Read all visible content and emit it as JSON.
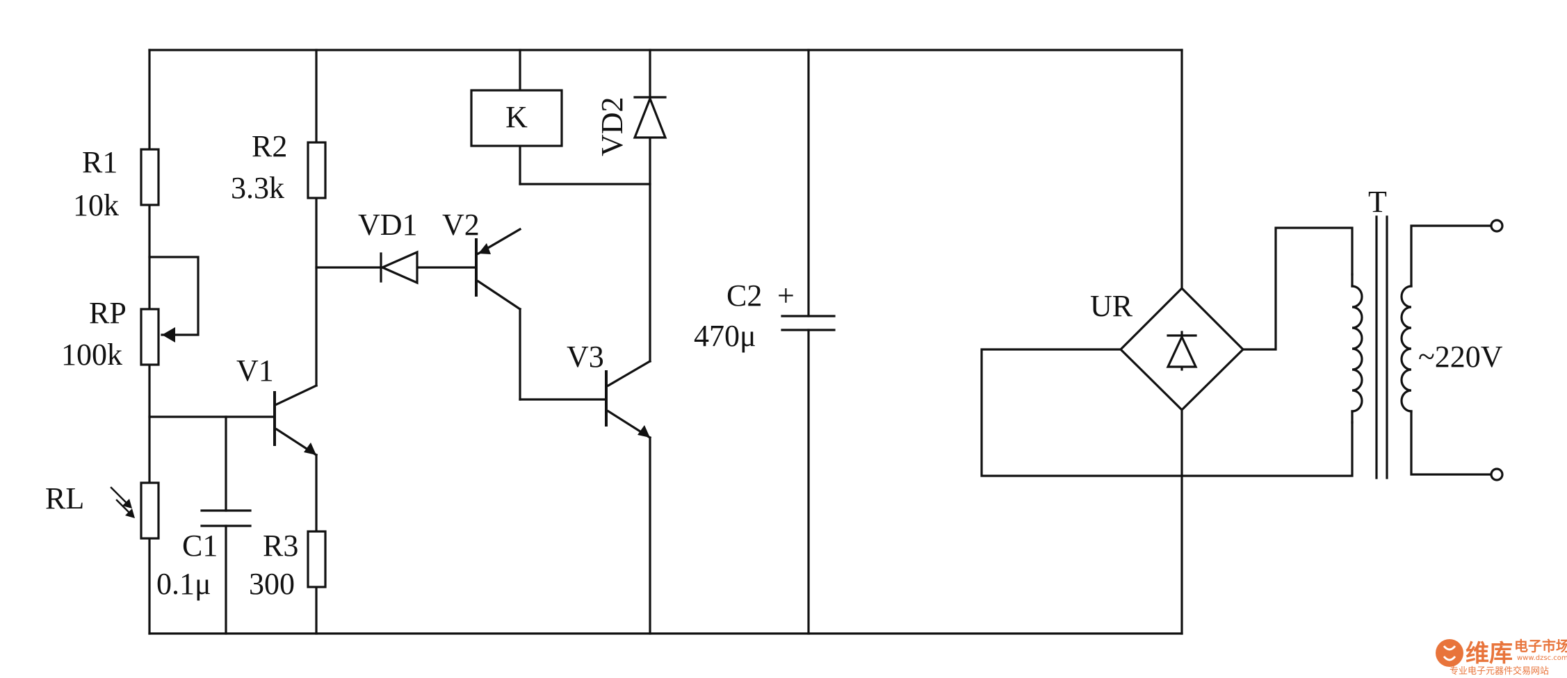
{
  "components": {
    "r1": {
      "name": "R1",
      "value": "10k"
    },
    "rp": {
      "name": "RP",
      "value": "100k"
    },
    "rl": {
      "name": "RL"
    },
    "c1": {
      "name": "C1",
      "value": "0.1μ"
    },
    "r2": {
      "name": "R2",
      "value": "3.3k"
    },
    "r3": {
      "name": "R3",
      "value": "300"
    },
    "v1": {
      "name": "V1"
    },
    "vd1": {
      "name": "VD1"
    },
    "v2": {
      "name": "V2"
    },
    "k": {
      "name": "K"
    },
    "vd2": {
      "name": "VD2"
    },
    "v3": {
      "name": "V3"
    },
    "c2": {
      "name": "C2",
      "value": "470μ",
      "polarity": "+"
    },
    "ur": {
      "name": "UR"
    },
    "t": {
      "name": "T"
    },
    "mains": {
      "value": "~220V"
    }
  },
  "watermark": {
    "brand": "维库",
    "site": "电子市场网",
    "domain": "www.dzsc.com",
    "tagline": "专业电子元器件交易网站"
  }
}
